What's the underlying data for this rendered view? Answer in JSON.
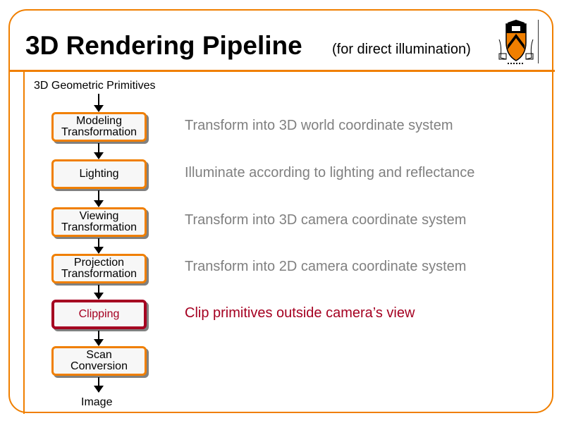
{
  "header": {
    "title": "3D Rendering Pipeline",
    "subtitle": "(for direct illumination)",
    "logo": "princeton-shield-logo"
  },
  "pipeline": {
    "input": "3D Geometric Primitives",
    "output": "Image",
    "stages": [
      {
        "line1": "Modeling",
        "line2": "Transformation",
        "description": "Transform into 3D world coordinate system"
      },
      {
        "line1": "Lighting",
        "line2": "",
        "description": "Illuminate according to lighting and reflectance"
      },
      {
        "line1": "Viewing",
        "line2": "Transformation",
        "description": "Transform into 3D camera coordinate system"
      },
      {
        "line1": "Projection",
        "line2": "Transformation",
        "description": "Transform into 2D camera coordinate system"
      },
      {
        "line1": "Clipping",
        "line2": "",
        "description": "Clip primitives outside camera’s view",
        "highlighted": true
      },
      {
        "line1": "Scan",
        "line2": "Conversion",
        "description": ""
      }
    ]
  },
  "colors": {
    "accent": "#f07f00",
    "highlight": "#a50021",
    "description": "#808080"
  }
}
